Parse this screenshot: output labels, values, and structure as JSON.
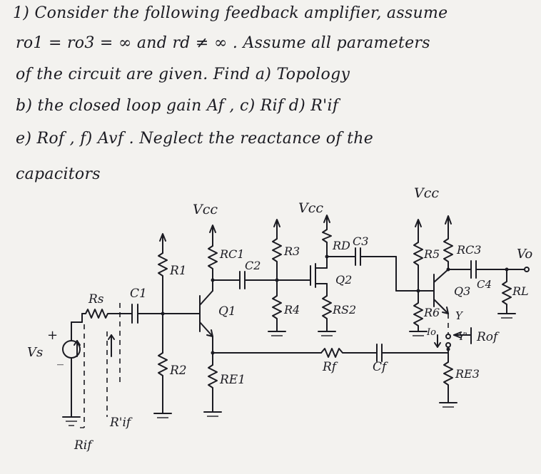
{
  "problem": {
    "line1": "1) Consider the following feedback amplifier, assume",
    "line2": "ro1 = ro3 = ∞   and  rd ≠ ∞ .  Assume all parameters",
    "line3": "of the circuit are given.  Find  a) Topology",
    "line4": "b) the closed loop gain  Af ,  c) Rif    d) R'if",
    "line5": "e) Rof ,  f)  Avf .  Neglect the reactance of the",
    "line6": "capacitors"
  },
  "labels": {
    "vcc1": "Vcc",
    "vcc2": "Vcc",
    "vcc3": "Vcc",
    "r1": "R1",
    "r2": "R2",
    "rc1": "RC1",
    "re1": "RE1",
    "c1": "C1",
    "c2": "C2",
    "c3": "C3",
    "c4": "C4",
    "cf": "Cf",
    "rs": "Rs",
    "r3": "R3",
    "r4": "R4",
    "rd": "RD",
    "rs2": "RS2",
    "r5": "R5",
    "r6": "R6",
    "rc3": "RC3",
    "re3": "RE3",
    "rl": "RL",
    "rf": "Rf",
    "q1": "Q1",
    "q2": "Q2",
    "q3": "Q3",
    "vo": "Vo",
    "vs": "Vs",
    "plus": "+",
    "minus": "_",
    "y": "Y",
    "yprime": "Y'",
    "rof": "Rof",
    "io": "Io",
    "rif": "Rif",
    "rpif": "R'if"
  }
}
